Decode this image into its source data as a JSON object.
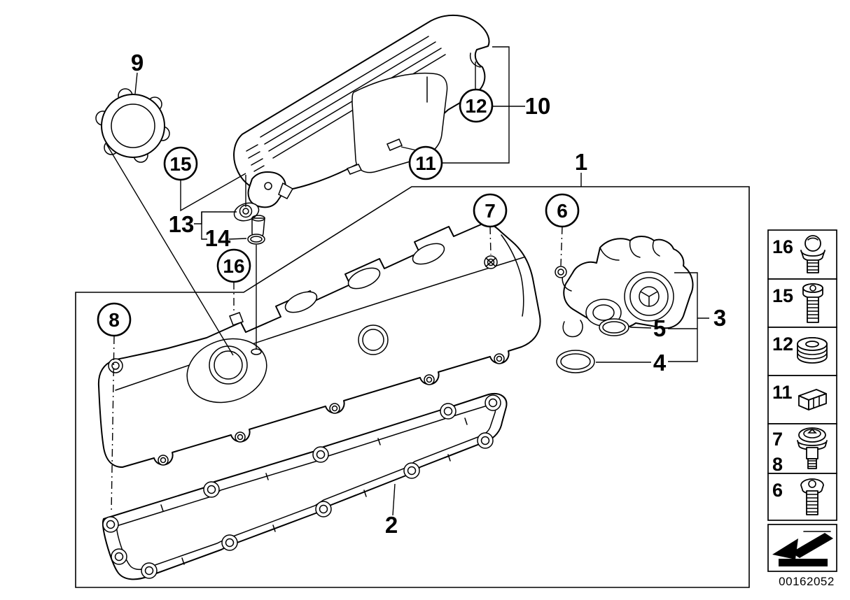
{
  "colors": {
    "background": "#ffffff",
    "line": "#000000"
  },
  "image_number": "00162052",
  "callouts": [
    {
      "label": "9",
      "kind": "plain"
    },
    {
      "label": "15",
      "kind": "circled"
    },
    {
      "label": "13",
      "kind": "plain"
    },
    {
      "label": "14",
      "kind": "plain"
    },
    {
      "label": "16",
      "kind": "circled"
    },
    {
      "label": "12",
      "kind": "circled"
    },
    {
      "label": "10",
      "kind": "plain"
    },
    {
      "label": "11",
      "kind": "circled"
    },
    {
      "label": "1",
      "kind": "plain"
    },
    {
      "label": "7",
      "kind": "circled"
    },
    {
      "label": "6",
      "kind": "circled"
    },
    {
      "label": "8",
      "kind": "circled"
    },
    {
      "label": "3",
      "kind": "plain"
    },
    {
      "label": "5",
      "kind": "plain"
    },
    {
      "label": "4",
      "kind": "plain"
    },
    {
      "label": "2",
      "kind": "plain"
    }
  ],
  "sidebar": {
    "items": [
      {
        "label": "16",
        "icon": "ball-stud-icon"
      },
      {
        "label": "15",
        "icon": "cylinder-screw-icon"
      },
      {
        "label": "12",
        "icon": "rubber-grommet-icon"
      },
      {
        "label": "11",
        "icon": "clip-icon"
      },
      {
        "label": "7",
        "icon": "shoulder-bolt-icon"
      },
      {
        "label": "8",
        "icon": "seal-washer-icon"
      },
      {
        "label": "6",
        "icon": "pan-head-screw-icon"
      }
    ],
    "nav_arrow": "back-arrow-icon"
  }
}
